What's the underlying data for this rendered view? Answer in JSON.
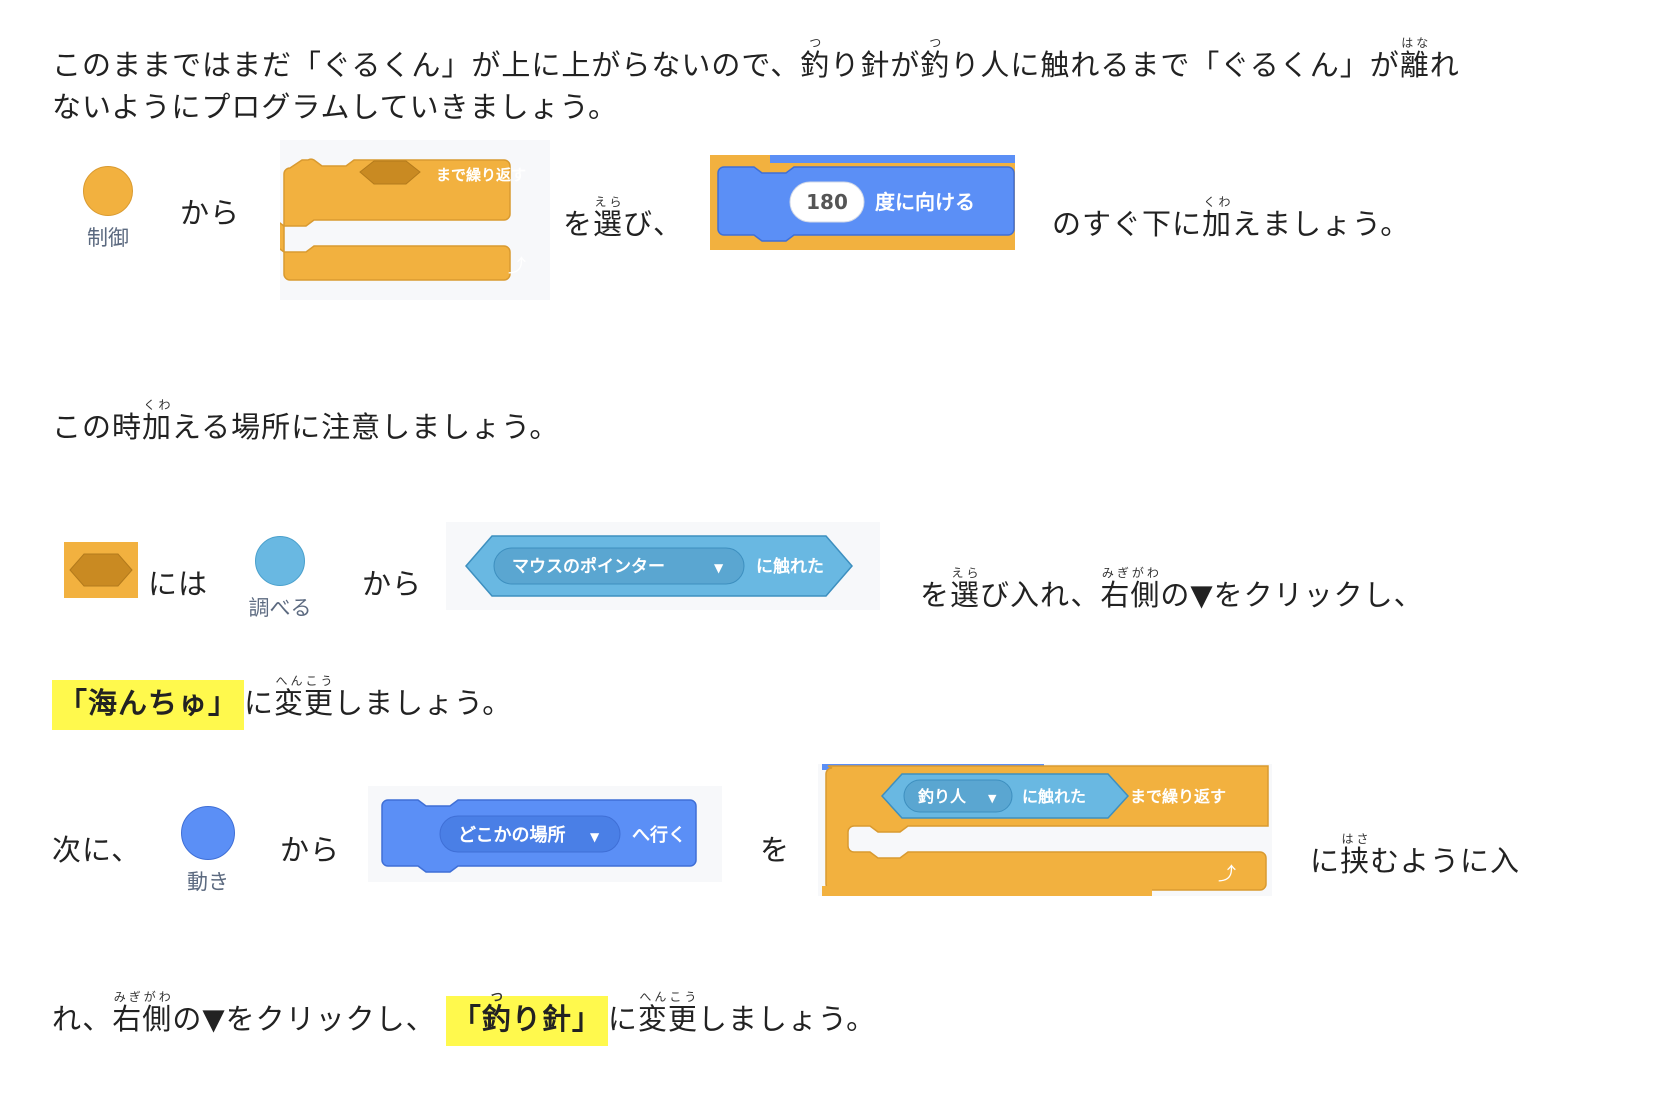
{
  "paragraph1": {
    "pre": "このままではまだ「ぐるくん」が上に上がらないので、",
    "w1": "釣",
    "r1": "つ",
    "m1": "り針が",
    "w2": "釣",
    "r2": "つ",
    "m2": "り人に触れるまで「ぐるくん」が",
    "w3": "離",
    "r3": "はな",
    "m3": "れ",
    "line2": "ないようにプログラムしていきましょう。"
  },
  "row1": {
    "category_label": "制御",
    "from": "から",
    "repeat_until_label": "まで繰り返す",
    "wo": "を",
    "select_kanji": "選",
    "select_ruby": "えら",
    "select_tail": "び、",
    "angle_value": "180",
    "point_label": "度に向ける",
    "below_pre": "のすぐ下に",
    "add_kanji": "加",
    "add_ruby": "くわ",
    "below_post": "えましょう。"
  },
  "note": {
    "pre": "この時",
    "add_kanji": "加",
    "add_ruby": "くわ",
    "post": "える場所に注意しましょう。"
  },
  "row2": {
    "niwa": "には",
    "category_label": "調べる",
    "from": "から",
    "dropdown_label": "マウスのポインター",
    "touching_label": "に触れた",
    "wo": "を",
    "select_kanji": "選",
    "select_ruby": "えら",
    "select_tail": "び入れ、",
    "right_kanji": "右側",
    "right_ruby": "みぎがわ",
    "tail": "の▼をクリックし、"
  },
  "row3": {
    "highlight": "「海んちゅ」",
    "ni": "に",
    "change_kanji": "変更",
    "change_ruby": "へんこう",
    "post": "しましょう。"
  },
  "row4": {
    "next": "次に、",
    "category_label": "動き",
    "from": "から",
    "goto_dropdown": "どこかの場所",
    "goto_label": "へ行く",
    "wo": "を",
    "fisher_dropdown": "釣り人",
    "touching_label": "に触れた",
    "repeat_until_label": "まで繰り返す",
    "ni": "に",
    "sandwich_kanji": "挟",
    "sandwich_ruby": "はさ",
    "post": "むように入"
  },
  "row5": {
    "re": "れ、",
    "right_kanji": "右側",
    "right_ruby": "みぎがわ",
    "mid": "の▼をクリックし、",
    "hl_pre": "「",
    "hook_kanji": "釣",
    "hook_ruby": "つ",
    "hl_post": "り針」",
    "ni": "に",
    "change_kanji": "変更",
    "change_ruby": "へんこう",
    "post": "しましょう。"
  },
  "colors": {
    "control": "#f2b13f",
    "control_dark": "#c98a22",
    "motion": "#5b8ff6",
    "motion_dark": "#3f6fd6",
    "sensing": "#69b8e2",
    "sensing_dark": "#3d8fbf",
    "highlight": "#fff94d"
  }
}
